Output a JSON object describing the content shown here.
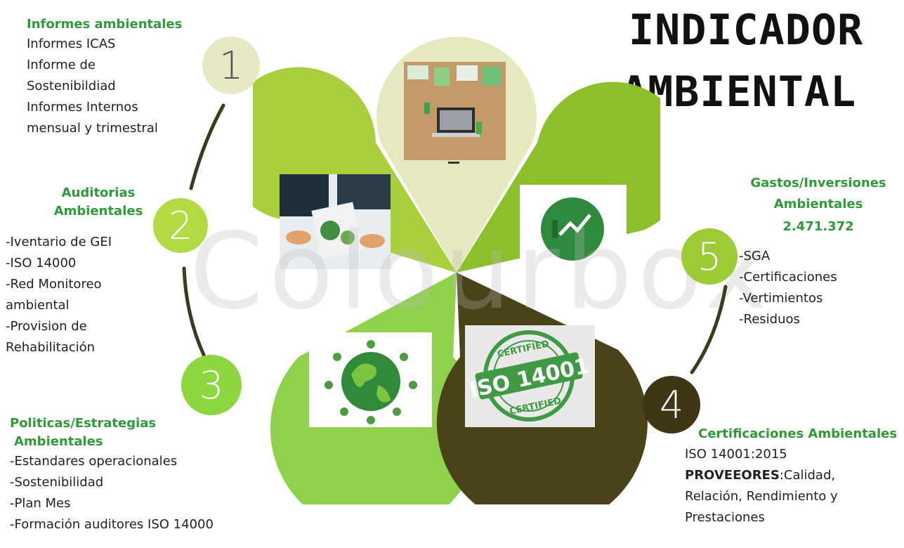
{
  "title": {
    "line1": "INDICADOR",
    "line2": "AMBIENTAL"
  },
  "watermark": "Colourbox",
  "steps": [
    {
      "number": "1",
      "heading": "Informes ambientales",
      "items": [
        "Informes ICAS",
        "Informe de",
        "Sostenibildiad",
        "Informes Internos",
        "mensual y trimestral"
      ]
    },
    {
      "number": "2",
      "heading_line1": "Auditorias",
      "heading_line2": "Ambientales",
      "items": [
        "-Iventario de GEI",
        "-ISO 14000",
        "-Red Monitoreo",
        "ambiental",
        "-Provision de",
        "Rehabilitación"
      ]
    },
    {
      "number": "3",
      "heading_line1": "Politicas/Estrategias",
      "heading_line2": "Ambientales",
      "items": [
        "-Estandares operacionales",
        "-Sostenibilidad",
        "-Plan Mes",
        "-Formación auditores ISO 14000"
      ]
    },
    {
      "number": "4",
      "heading": "Certificaciones Ambientales",
      "items": [
        "ISO 14001:2015"
      ],
      "bold_label": "PROVEEORES",
      "bold_rest": ":Calidad,",
      "extra": [
        "Relación, Rendimiento y",
        "Prestaciones"
      ]
    },
    {
      "number": "5",
      "heading_line1": "Gastos/Inversiones",
      "heading_line2": "Ambientales",
      "amount": "2.471.372",
      "items": [
        "-SGA",
        "-Certificaciones",
        "-Vertimientos",
        "-Residuos"
      ]
    }
  ],
  "petal_images": {
    "iso_stamp_top": "CERTIFIED",
    "iso_stamp_main": "ISO 14001",
    "iso_stamp_bottom": "CERTIFIED"
  },
  "colors": {
    "green_heading": "#2f9a3a",
    "petal_top": "#e6e8bf",
    "petal_left": "#a9cf3c",
    "petal_right": "#8cbf2a",
    "petal_bottom_left": "#8fd14a",
    "petal_bottom_right": "#4a4219",
    "circle1": "#e6e8c6",
    "circle2": "#b3d943",
    "circle3": "#8ed63f",
    "circle4": "#3d3514",
    "circle5": "#9ccb33"
  }
}
